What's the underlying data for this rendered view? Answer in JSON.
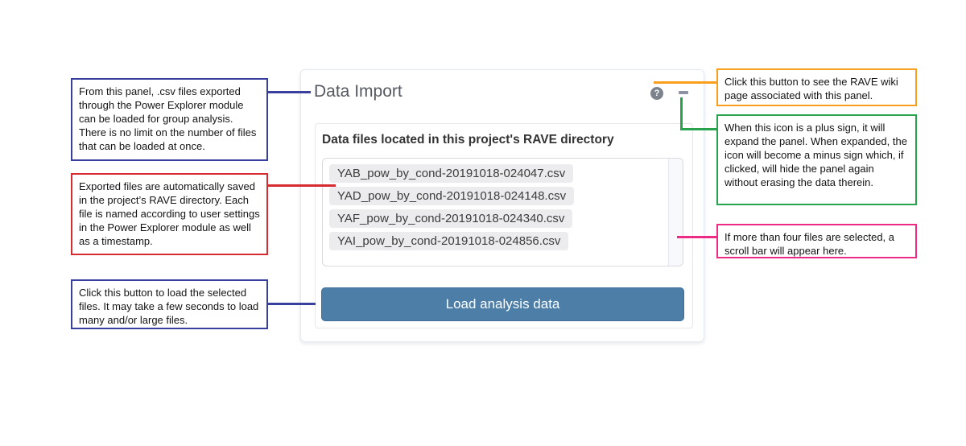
{
  "panel": {
    "title": "Data Import",
    "help_icon_glyph": "?",
    "section_header": "Data files located in this project's RAVE directory",
    "files": [
      "YAB_pow_by_cond-20191018-024047.csv",
      "YAD_pow_by_cond-20191018-024148.csv",
      "YAF_pow_by_cond-20191018-024340.csv",
      "YAI_pow_by_cond-20191018-024856.csv"
    ],
    "load_button_label": "Load analysis data"
  },
  "callouts": {
    "left": [
      {
        "id": "panel-purpose",
        "border_color": "#383f9c",
        "text": "From this panel, .csv files exported through the Power Explorer module can be loaded for group analysis. There is no limit on the number of files that can be loaded at once."
      },
      {
        "id": "file-naming",
        "border_color": "#d62b31",
        "text": "Exported files are automatically saved in the project’s RAVE directory. Each file is named according to user settings in the Power Explorer module as well as a timestamp."
      },
      {
        "id": "load-button",
        "border_color": "#383f9c",
        "text": "Click this button to load the selected files. It may take a few seconds to load many and/or large files."
      }
    ],
    "right": [
      {
        "id": "wiki-help",
        "border_color": "#f8a01e",
        "text": "Click this button to see the RAVE wiki page associated with this panel."
      },
      {
        "id": "collapse-toggle",
        "border_color": "#28a24c",
        "text": "When this icon is a plus sign, it will expand the panel. When expanded, the icon will become a minus sign which, if clicked, will hide the panel again without erasing the data therein."
      },
      {
        "id": "scrollbar-note",
        "border_color": "#ed2a84",
        "text": "If more than four files are selected, a scroll bar will appear here."
      }
    ]
  },
  "colors": {
    "button_bg": "#4d7ea7",
    "button_border": "#3f6f99",
    "card_border": "#e4e9f2",
    "chip_bg": "#ececee",
    "title_text": "#54585f",
    "help_icon_bg": "#7d838d",
    "minus_icon": "#8c93a4",
    "callout_navy": "#383f9c",
    "callout_red": "#d62b31",
    "callout_orange": "#f8a01e",
    "callout_green": "#28a24c",
    "callout_pink": "#ed2a84"
  }
}
